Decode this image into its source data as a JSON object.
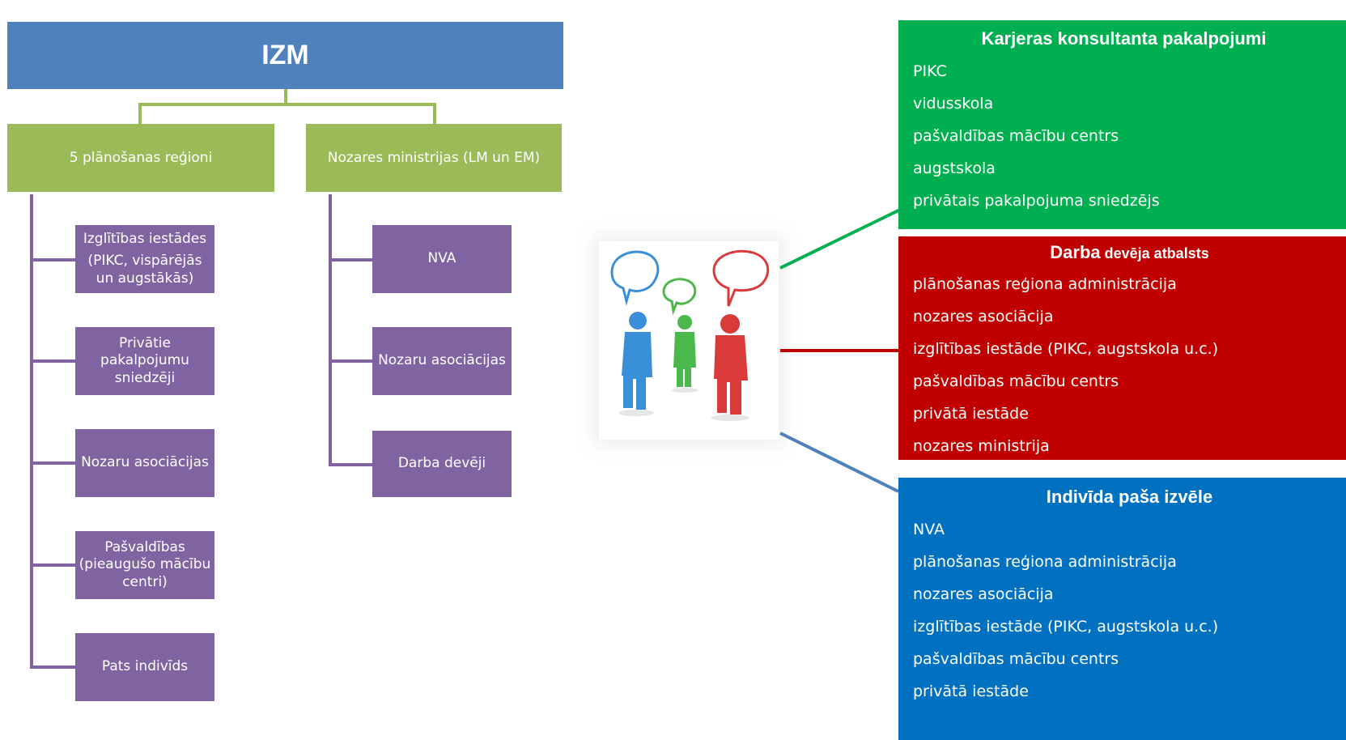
{
  "org_chart": {
    "root": "IZM",
    "branches": [
      {
        "label": "5 plānošanas reģioni",
        "children": [
          [
            "Izglītības iestādes",
            "(PIKC, vispārējās",
            "un augstākās)"
          ],
          [
            "Privātie",
            "pakalpojumu",
            "sniedzēji"
          ],
          [
            "Nozaru asociācijas"
          ],
          [
            "Pašvaldības",
            "(pieaugušo mācību",
            "centri)"
          ],
          [
            "Pats indivīds"
          ]
        ]
      },
      {
        "label": "Nozares ministrijas (LM un EM)",
        "children": [
          [
            "NVA"
          ],
          [
            "Nozaru asociācijas"
          ],
          [
            "Darba devēji"
          ]
        ]
      }
    ]
  },
  "panels": {
    "career": {
      "title": "Karjeras konsultanta pakalpojumi",
      "items": [
        "PIKC",
        "vidusskola",
        "pašvaldības mācību centrs",
        "augstskola",
        "privātais pakalpojuma sniedzējs"
      ],
      "color": "#00b050"
    },
    "employer": {
      "title_main": "Darba",
      "title_rest": " devēja atbalsts",
      "items": [
        "plānošanas reģiona administrācija",
        "nozares asociācija",
        "izglītības iestāde (PIKC, augstskola u.c.)",
        "pašvaldības mācību centrs",
        "privātā iestāde",
        "nozares ministrija"
      ],
      "color": "#c00000"
    },
    "individual": {
      "title": "Indivīda paša izvēle",
      "items": [
        "NVA",
        "plānošanas reģiona administrācija",
        "nozares asociācija",
        "izglītības iestāde (PIKC, augstskola u.c.)",
        "pašvaldības mācību centrs",
        "privātā iestāde"
      ],
      "color": "#0070c0"
    }
  },
  "illustration": {
    "icon": "people-talking-icon",
    "figure_colors": [
      "#3a8fd9",
      "#4bb84b",
      "#d93a3a"
    ]
  }
}
